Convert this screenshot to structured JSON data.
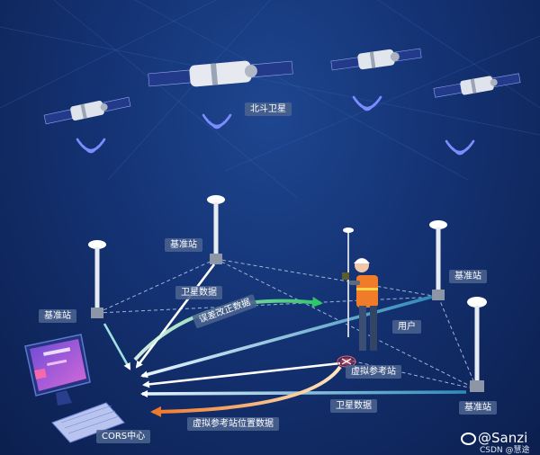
{
  "labels": {
    "beidou": "北斗卫星",
    "base_top": "基准站",
    "base_left": "基准站",
    "base_right": "基准站",
    "base_bottom": "基准站",
    "sat_data_1": "卫星数据",
    "sat_data_2": "卫星数据",
    "correction": "误差改正数据",
    "user": "用户",
    "virtual_station": "虚拟参考站",
    "virtual_position": "虚拟参考站位置数据",
    "cors": "CORS中心"
  },
  "watermark": {
    "brand": "@Sanzi",
    "source": "CSDN @慧途"
  },
  "colors": {
    "label_bg": "#4a628e",
    "data_arrow": "#ffffff",
    "correction_arrow": "#3fd07a",
    "position_arrow": "#f08a30",
    "dashed_line": "#9fb4d8",
    "signal": "#7c8cff"
  }
}
